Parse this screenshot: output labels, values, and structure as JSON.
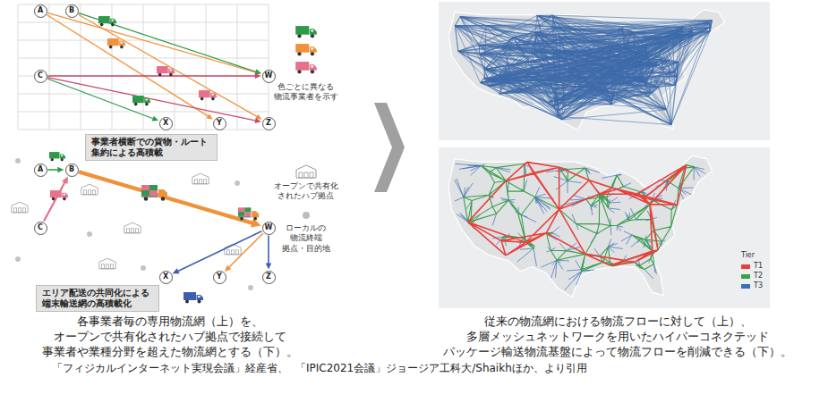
{
  "diagram": {
    "nodes": [
      {
        "text": [
          "A"
        ]
      },
      {
        "text": [
          "B"
        ]
      },
      {
        "text": [
          "C"
        ]
      },
      {
        "text": [
          "W"
        ]
      },
      {
        "text": [
          "X"
        ]
      },
      {
        "text": [
          "Y"
        ]
      },
      {
        "text": [
          "Z"
        ]
      },
      {
        "text": [
          "事業者横断での貨物・ルート 集約による高積載"
        ]
      },
      {
        "text": [
          "A"
        ]
      },
      {
        "text": [
          "B"
        ]
      },
      {
        "text": [
          "C"
        ]
      },
      {
        "text": [
          "W"
        ]
      },
      {
        "text": [
          "X"
        ]
      },
      {
        "text": [
          "Y"
        ]
      },
      {
        "text": [
          "Z"
        ]
      },
      {
        "text": [
          "エリア配送の共同化による 端末輸送網の高積載化"
        ]
      }
    ],
    "edges": [
      {
        "from": 0,
        "to": 3,
        "arrow": "to"
      },
      {
        "from": 0,
        "to": 5,
        "arrow": "to"
      },
      {
        "from": 1,
        "to": 3,
        "arrow": "to"
      },
      {
        "from": 1,
        "to": 6,
        "arrow": "to"
      },
      {
        "from": 2,
        "to": 3,
        "arrow": "to"
      },
      {
        "from": 2,
        "to": 6,
        "arrow": "to"
      },
      {
        "from": 2,
        "to": 4,
        "arrow": "to"
      },
      {
        "from": 8,
        "to": 9,
        "arrow": "to"
      },
      {
        "from": 10,
        "to": 9,
        "arrow": "to"
      },
      {
        "from": 9,
        "to": 11,
        "arrow": "to"
      },
      {
        "from": 11,
        "to": 12,
        "arrow": "to"
      },
      {
        "from": 11,
        "to": 13,
        "arrow": "to"
      },
      {
        "from": 11,
        "to": 14,
        "arrow": "to"
      }
    ],
    "labels": [
      "各事業者毎の専用物流網（上）を、",
      "オープンで共有化されたハブ拠点で接続して",
      "事業者や業種分野を超えた物流網とする（下）。",
      "従来の物流網における物流フローに対して（上）、",
      "多層メッシュネットワークを用いたハイパーコネクテッド",
      "パッケージ輸送物流基盤によって物流フローを削減できる（下）。",
      "「フィジカルインターネット実現会議」経産省、",
      "「IPIC2021会議」ジョージア工科大/Shaikhほか、より引用",
      "Tier"
    ],
    "legend": [
      {
        "text": "色ごとに異なる 物流事業者を示す"
      },
      {
        "text": "オープンで共有化 されたハブ拠点"
      },
      {
        "text": "ローカルの 物流終端 拠点・目的地"
      },
      {
        "text": "T1",
        "color": "#e8413c"
      },
      {
        "text": "T2",
        "color": "#3aa04a"
      },
      {
        "text": "T3",
        "color": "#3c6fb6"
      }
    ]
  }
}
